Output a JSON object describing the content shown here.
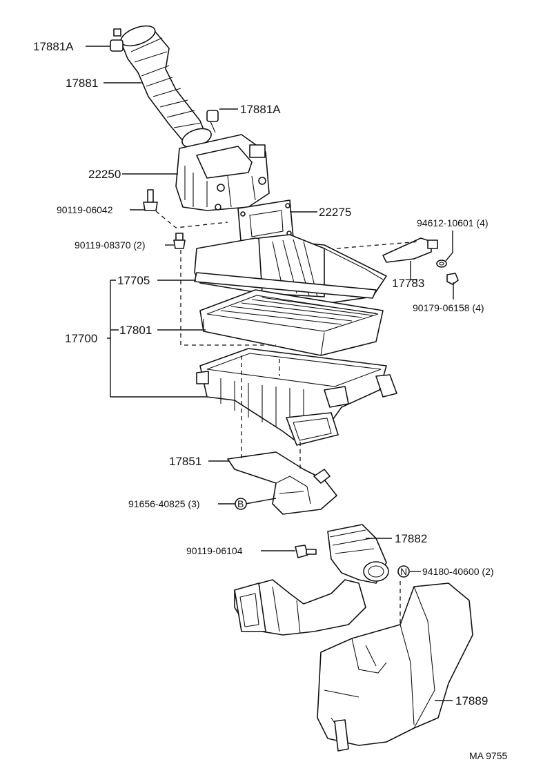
{
  "diagram": {
    "footer_code": "MA 9755",
    "callouts": [
      {
        "id": "c1",
        "text": "17881A"
      },
      {
        "id": "c2",
        "text": "17881"
      },
      {
        "id": "c3",
        "text": "17881A"
      },
      {
        "id": "c4",
        "text": "22250"
      },
      {
        "id": "c5",
        "text": "90119-06042"
      },
      {
        "id": "c6",
        "text": "22275"
      },
      {
        "id": "c7",
        "text": "90119-08370 (2)"
      },
      {
        "id": "c8",
        "text": "94612-10601 (4)"
      },
      {
        "id": "c9",
        "text": "17705"
      },
      {
        "id": "c10",
        "text": "17783"
      },
      {
        "id": "c11",
        "text": "90179-06158 (4)"
      },
      {
        "id": "c12",
        "text": "17801"
      },
      {
        "id": "c13",
        "text": "17700"
      },
      {
        "id": "c14",
        "text": "17851"
      },
      {
        "id": "c15",
        "text": "91656-40825 (3)"
      },
      {
        "id": "c16",
        "text": "B"
      },
      {
        "id": "c17",
        "text": "17882"
      },
      {
        "id": "c18",
        "text": "90119-06104"
      },
      {
        "id": "c19",
        "text": "N"
      },
      {
        "id": "c20",
        "text": "94180-40600 (2)"
      },
      {
        "id": "c21",
        "text": "17889"
      }
    ]
  }
}
